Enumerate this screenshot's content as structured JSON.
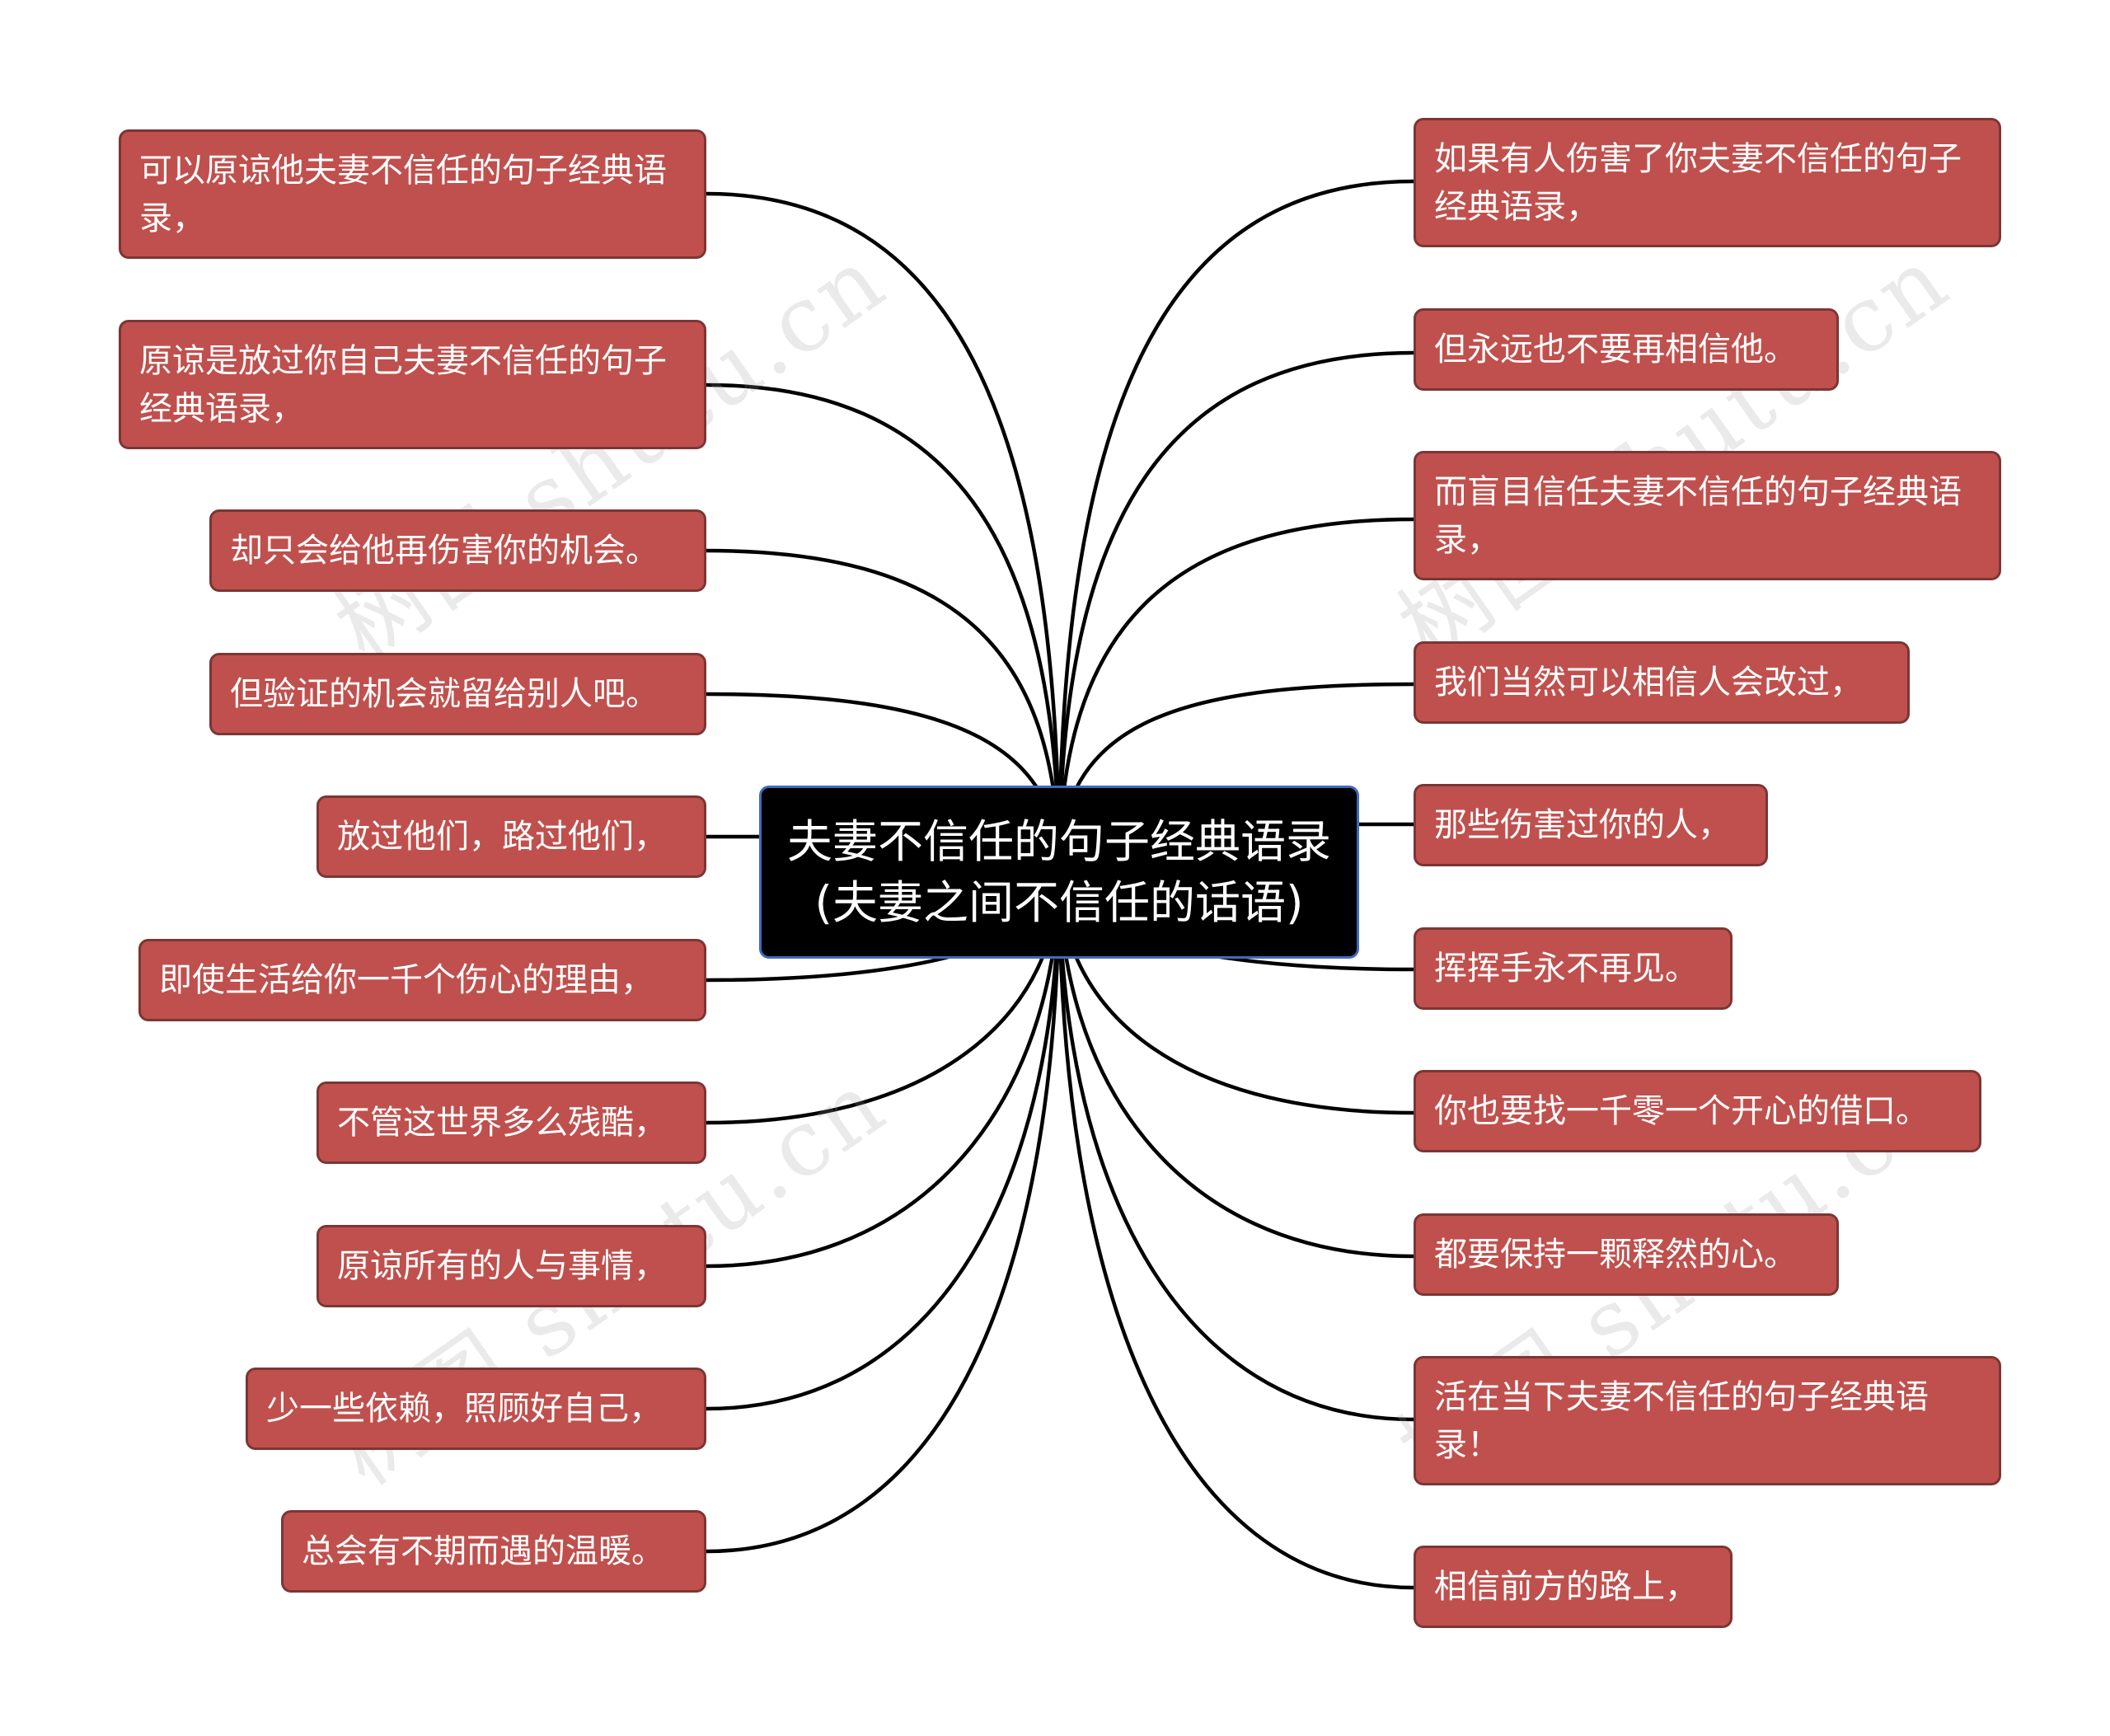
{
  "root": {
    "label": "夫妻不信任的句子经典语录(夫妻之间不信任的话语)"
  },
  "colors": {
    "node_fill": "#c0504d",
    "node_border": "#7a3634",
    "root_fill": "#000000",
    "root_border": "#3f6ac0",
    "connector": "#000000"
  },
  "left_nodes": [
    {
      "label": "可以原谅他夫妻不信任的句子经典语录，"
    },
    {
      "label": "原谅是放过你自己夫妻不信任的句子经典语录，"
    },
    {
      "label": "却只会给他再伤害你的机会。"
    },
    {
      "label": "但验证的机会就留给别人吧。"
    },
    {
      "label": "放过他们，路过他们，"
    },
    {
      "label": "即使生活给你一千个伤心的理由，"
    },
    {
      "label": "不管这世界多么残酷，"
    },
    {
      "label": "原谅所有的人与事情，"
    },
    {
      "label": "少一些依赖，照顾好自己，"
    },
    {
      "label": "总会有不期而遇的温暖。"
    }
  ],
  "right_nodes": [
    {
      "label": "如果有人伤害了你夫妻不信任的句子经典语录，"
    },
    {
      "label": "但永远也不要再相信他。"
    },
    {
      "label": "而盲目信任夫妻不信任的句子经典语录，"
    },
    {
      "label": "我们当然可以相信人会改过，"
    },
    {
      "label": "那些伤害过你的人，"
    },
    {
      "label": "挥挥手永不再见。"
    },
    {
      "label": "你也要找一千零一个开心的借口。"
    },
    {
      "label": "都要保持一颗释然的心。"
    },
    {
      "label": "活在当下夫妻不信任的句子经典语录！"
    },
    {
      "label": "相信前方的路上，"
    }
  ],
  "watermark": "树图 shutu.cn"
}
